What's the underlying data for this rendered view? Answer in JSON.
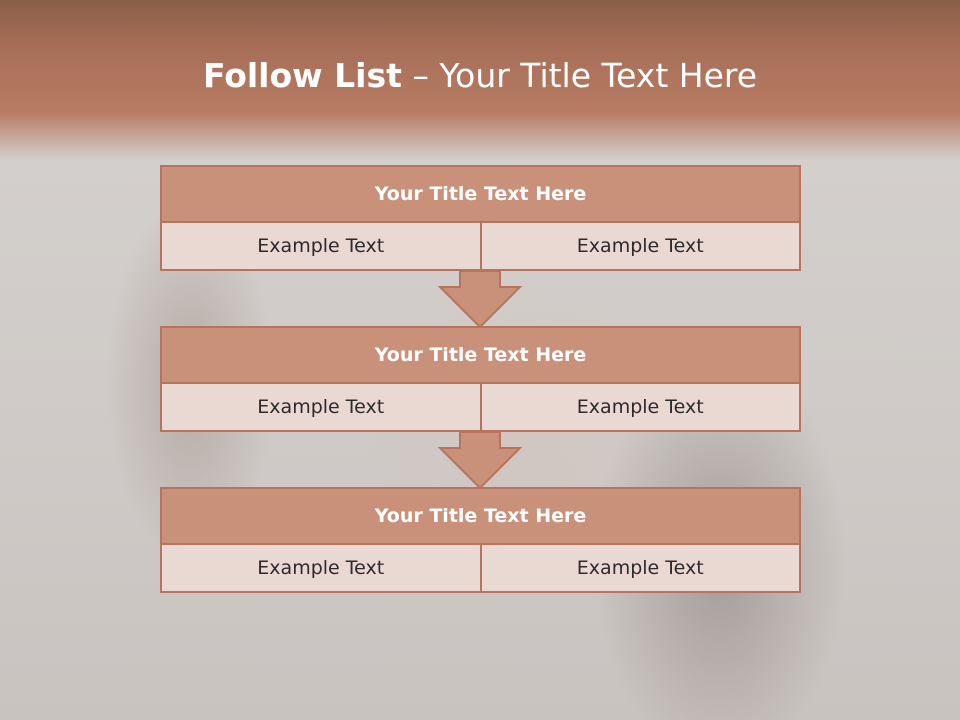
{
  "slide": {
    "title_bold": "Follow List",
    "title_rest": " – Your Title Text Here"
  },
  "blocks": [
    {
      "title": "Your Title Text Here",
      "left": "Example Text",
      "right": "Example Text"
    },
    {
      "title": "Your Title Text Here",
      "left": "Example Text",
      "right": "Example Text"
    },
    {
      "title": "Your Title Text Here",
      "left": "Example Text",
      "right": "Example Text"
    }
  ],
  "colors": {
    "header": "#b77b63",
    "block_head": "#c9917a",
    "block_cell": "#ead8d3",
    "border": "#b8735c",
    "arrow_fill": "#c9917a"
  },
  "icons": [
    "down-arrow-icon",
    "down-arrow-icon"
  ]
}
